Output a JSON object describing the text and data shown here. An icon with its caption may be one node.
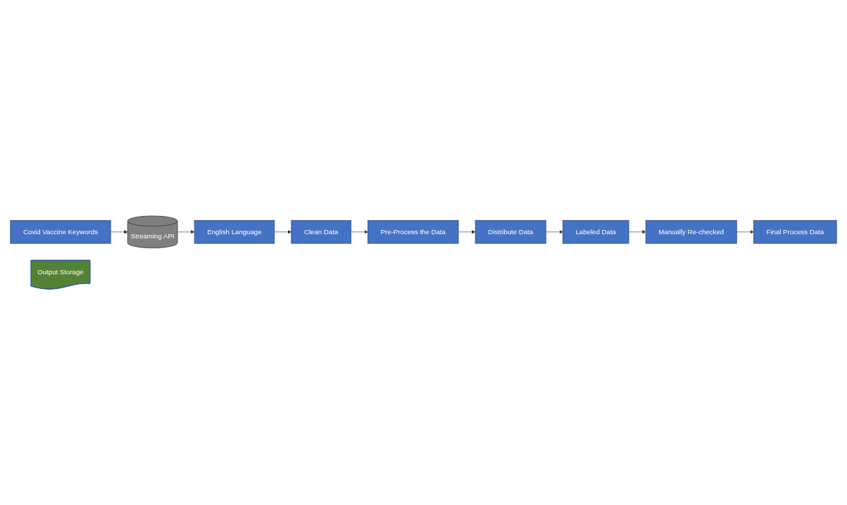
{
  "diagram": {
    "nodes": [
      {
        "text": [
          "Covid Vaccine Keywords"
        ]
      },
      {
        "text": [
          "Streaming API"
        ]
      },
      {
        "text": [
          "English Language"
        ]
      },
      {
        "text": [
          "Clean Data"
        ]
      },
      {
        "text": [
          "Pre-Process the Data"
        ]
      },
      {
        "text": [
          "Distribute Data"
        ]
      },
      {
        "text": [
          "Labeled Data"
        ]
      },
      {
        "text": [
          "Manually Re-checked"
        ]
      },
      {
        "text": [
          "Final Process Data"
        ]
      },
      {
        "text": [
          "Output Storage"
        ]
      }
    ],
    "edges": [
      {
        "from": 0,
        "to": 1,
        "arrow": "to"
      },
      {
        "from": 1,
        "to": 2,
        "arrow": "to"
      },
      {
        "from": 2,
        "to": 3,
        "arrow": "to"
      },
      {
        "from": 3,
        "to": 4,
        "arrow": "to"
      },
      {
        "from": 4,
        "to": 5,
        "arrow": "to"
      },
      {
        "from": 5,
        "to": 6,
        "arrow": "to"
      },
      {
        "from": 6,
        "to": 7,
        "arrow": "to"
      },
      {
        "from": 7,
        "to": 8,
        "arrow": "to"
      }
    ]
  }
}
